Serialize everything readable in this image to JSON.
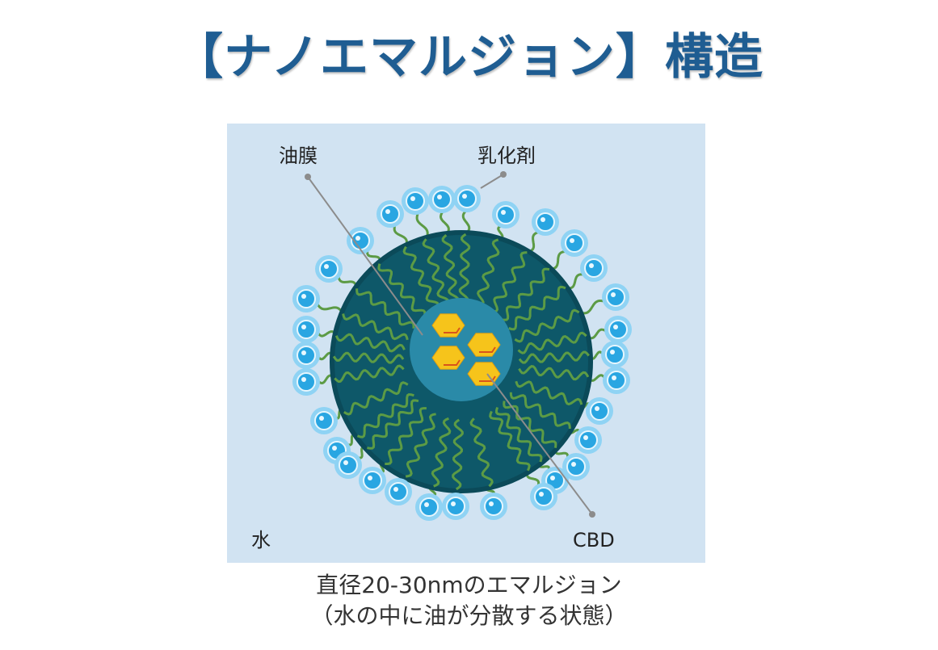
{
  "title": "【ナノエマルジョン】構造",
  "labels": {
    "oil_film": "油膜",
    "emulsifier": "乳化剤",
    "water": "水",
    "cbd": "CBD"
  },
  "caption": {
    "line1": "直径20-30nmのエマルジョン",
    "line2": "（水の中に油が分散する状態）"
  },
  "colors": {
    "panel_bg": "#d1e3f2",
    "oil_core": "#0e5869",
    "inner_core": "#2a8aa8",
    "tail_green": "#5c9b45",
    "head_blue": "#29a6e2",
    "head_glow": "#8fd3f4",
    "cbd_yellow": "#f6c41b",
    "title_blue": "#1f5d92"
  }
}
